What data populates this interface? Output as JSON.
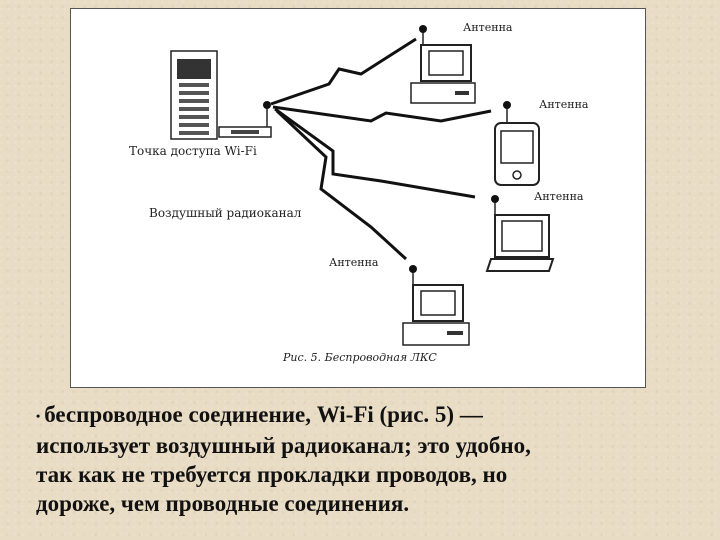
{
  "figure": {
    "access_point_label": "Точка доступа Wi-Fi",
    "radio_channel_label": "Воздушный радиоканал",
    "antenna_label": "Антенна",
    "caption": "Рис. 5. Беспроводная ЛКС"
  },
  "text": {
    "bullet": "•",
    "lines": [
      "беспроводное соединение, Wi-Fi (рис. 5) —",
      "использует воздушный радиоканал; это удобно,",
      "так как не требуется прокладки проводов, но",
      "дороже, чем проводные соединения."
    ]
  }
}
